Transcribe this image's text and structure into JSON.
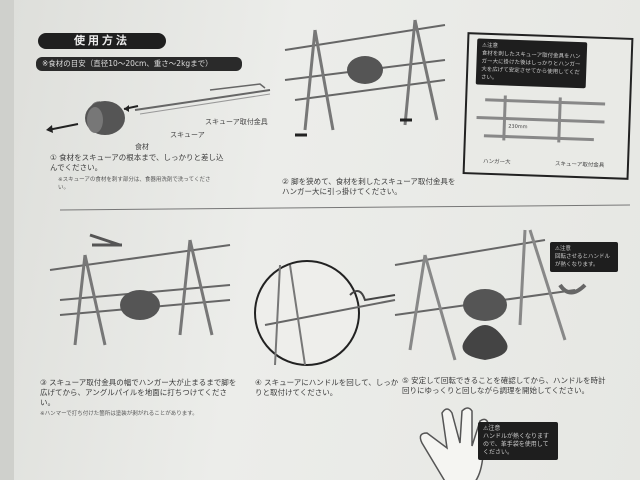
{
  "title": "使用方法",
  "subtitle": "※食材の目安（直径10〜20cm、重さ〜2kgまで）",
  "step1": {
    "labels": {
      "fitting": "スキューア取付金具",
      "skewer": "スキューア",
      "food": "食材"
    },
    "text": "① 食材をスキューアの根本まで、しっかりと差し込んでください。",
    "note": "※スキューアの食材を刺す部分は、食器用洗剤で洗ってください。"
  },
  "step2": {
    "text": "② 脚を狭めて、食材を刺したスキューア取付金具をハンガー大に引っ掛けてください。",
    "caution_title": "⚠注意",
    "caution_text": "食材を刺したスキューア取付金具をハンガー大に掛けた後はしっかりとハンガー大を広げて安定させてから使用してください。",
    "labels": {
      "dimension": "230mm",
      "hanger": "ハンガー大",
      "fitting": "スキューア取付金具"
    }
  },
  "step3": {
    "text": "③ スキューア取付金具の幅でハンガー大が止まるまで脚を広げてから、アングルパイルを地面に打ちつけてください。",
    "note": "※ハンマーで打ち付けた箇所は塗装が剥がれることがあります。"
  },
  "step4": {
    "text": "④ スキューアにハンドルを回して、しっかりと取付けてください。"
  },
  "step5": {
    "text": "⑤ 安定して回転できることを確認してから、ハンドルを時計回りにゆっくりと回しながら調理を開始してください。",
    "caution_title": "⚠注意",
    "caution_text": "回転させるとハンドルが熱くなります。"
  },
  "glove_caution": {
    "title": "⚠注意",
    "text": "ハンドルが熱くなりますので、革手袋を使用してください。"
  }
}
